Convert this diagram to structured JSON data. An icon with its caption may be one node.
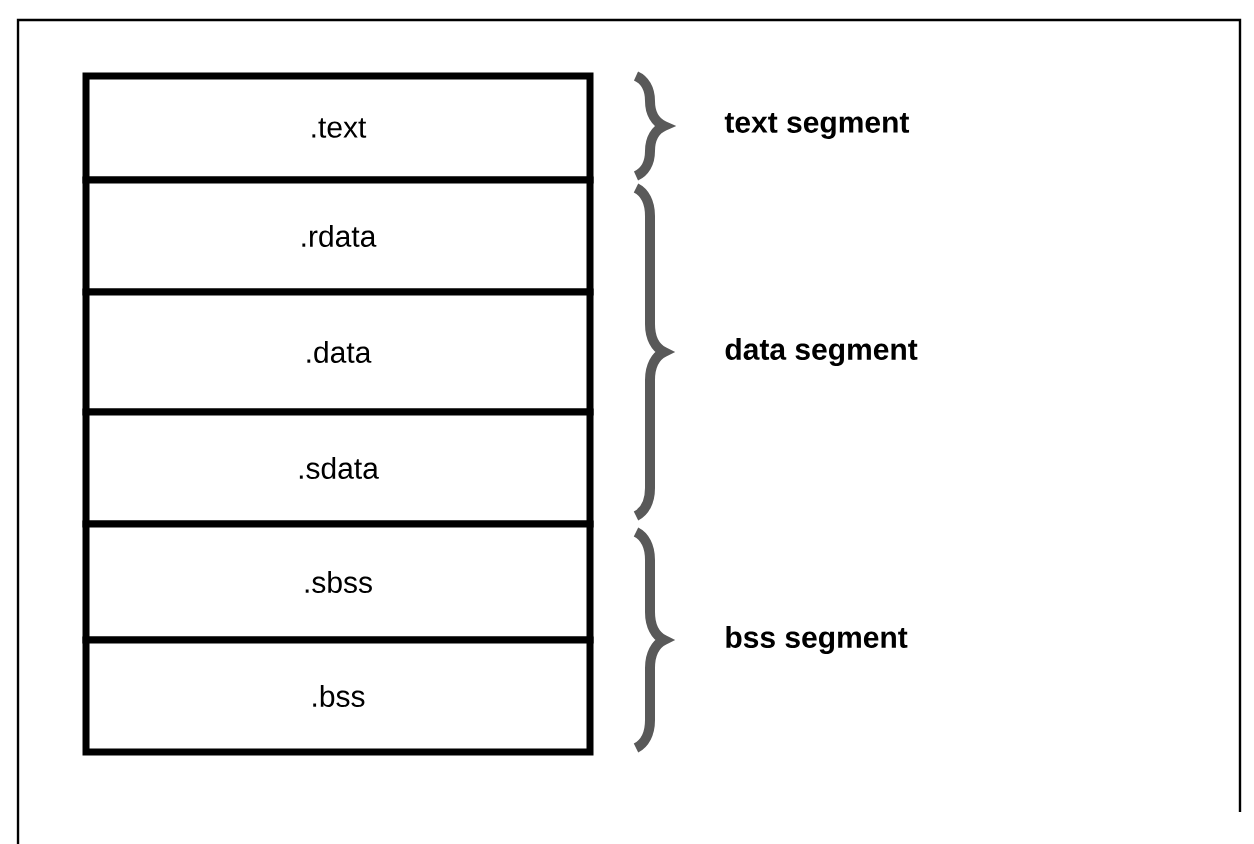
{
  "diagram": {
    "nodes": [
      {
        "text": [
          ".text"
        ]
      },
      {
        "text": [
          ".rdata"
        ]
      },
      {
        "text": [
          ".data"
        ]
      },
      {
        "text": [
          ".sdata"
        ]
      },
      {
        "text": [
          ".sbss"
        ]
      },
      {
        "text": [
          ".bss"
        ]
      }
    ],
    "labels": [
      "text segment",
      "data segment",
      "bss segment"
    ]
  }
}
